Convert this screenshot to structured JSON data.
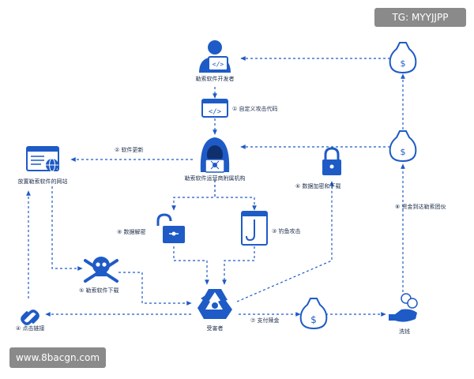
{
  "watermarks": {
    "top": "TG: MYYJJPP",
    "bottom": "www.8bacgn.com"
  },
  "nodes": {
    "developer": "勒索软件开发者",
    "operator": "勒索软件运营商附属机构",
    "website": "放置勒索软件的网站",
    "victim": "受害者",
    "launder": "洗钱"
  },
  "edges": {
    "e1": "① 自定义攻击代码",
    "e2": "② 软件更新",
    "e3": "③ 钓鱼攻击",
    "e4": "④ 点击链接",
    "e5": "⑤ 勒索软件下载",
    "e6": "⑥ 数据加密和下载",
    "e7": "⑦ 支付赎金",
    "e8": "⑧ 资金到达勒索团伙",
    "e9": "⑨ 数据解密"
  },
  "colors": {
    "primary": "#1e5bc6",
    "text": "#1b2c4a"
  }
}
